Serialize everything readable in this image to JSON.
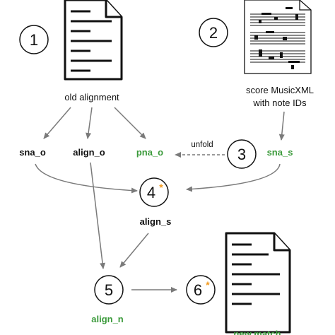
{
  "steps": [
    {
      "number": "1",
      "star": ""
    },
    {
      "number": "2",
      "star": ""
    },
    {
      "number": "3",
      "star": ""
    },
    {
      "number": "4",
      "star": "*"
    },
    {
      "number": "5",
      "star": ""
    },
    {
      "number": "6",
      "star": "*"
    }
  ],
  "labels": {
    "old_alignment": "old alignment",
    "score_line1": "score MusicXML",
    "score_line2": "with note IDs",
    "sna_o": "sna_o",
    "align_o": "align_o",
    "pna_o": "pna_o",
    "unfold": "unfold",
    "sna_s": "sna_s",
    "align_s": "align_s",
    "align_n": "align_n",
    "new_match": "new match"
  },
  "colors": {
    "black": "#111111",
    "green": "#3a9a3a",
    "star": "#f39a1e",
    "arrow": "#7a7a7a"
  }
}
